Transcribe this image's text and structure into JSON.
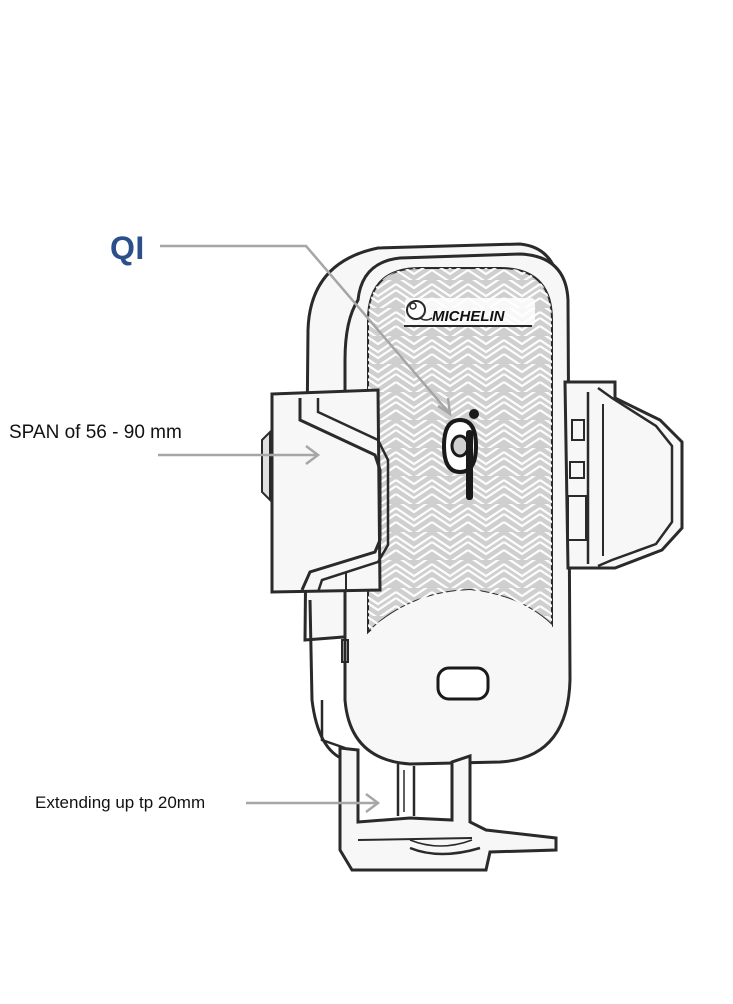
{
  "labels": {
    "qi": "QI",
    "span": "SPAN of 56 - 90 mm",
    "extend": "Extending up tp 20mm"
  },
  "brand": {
    "logo_text": "MICHELIN"
  },
  "colors": {
    "qi_label": "#2b4f8a",
    "arrow": "#a6a6a6",
    "outline": "#2a2a2a",
    "pad_fill": "#cfcfcf",
    "body_fill": "#f7f7f7"
  },
  "icons": [
    "qi-logo-icon",
    "michelin-logo-icon"
  ]
}
